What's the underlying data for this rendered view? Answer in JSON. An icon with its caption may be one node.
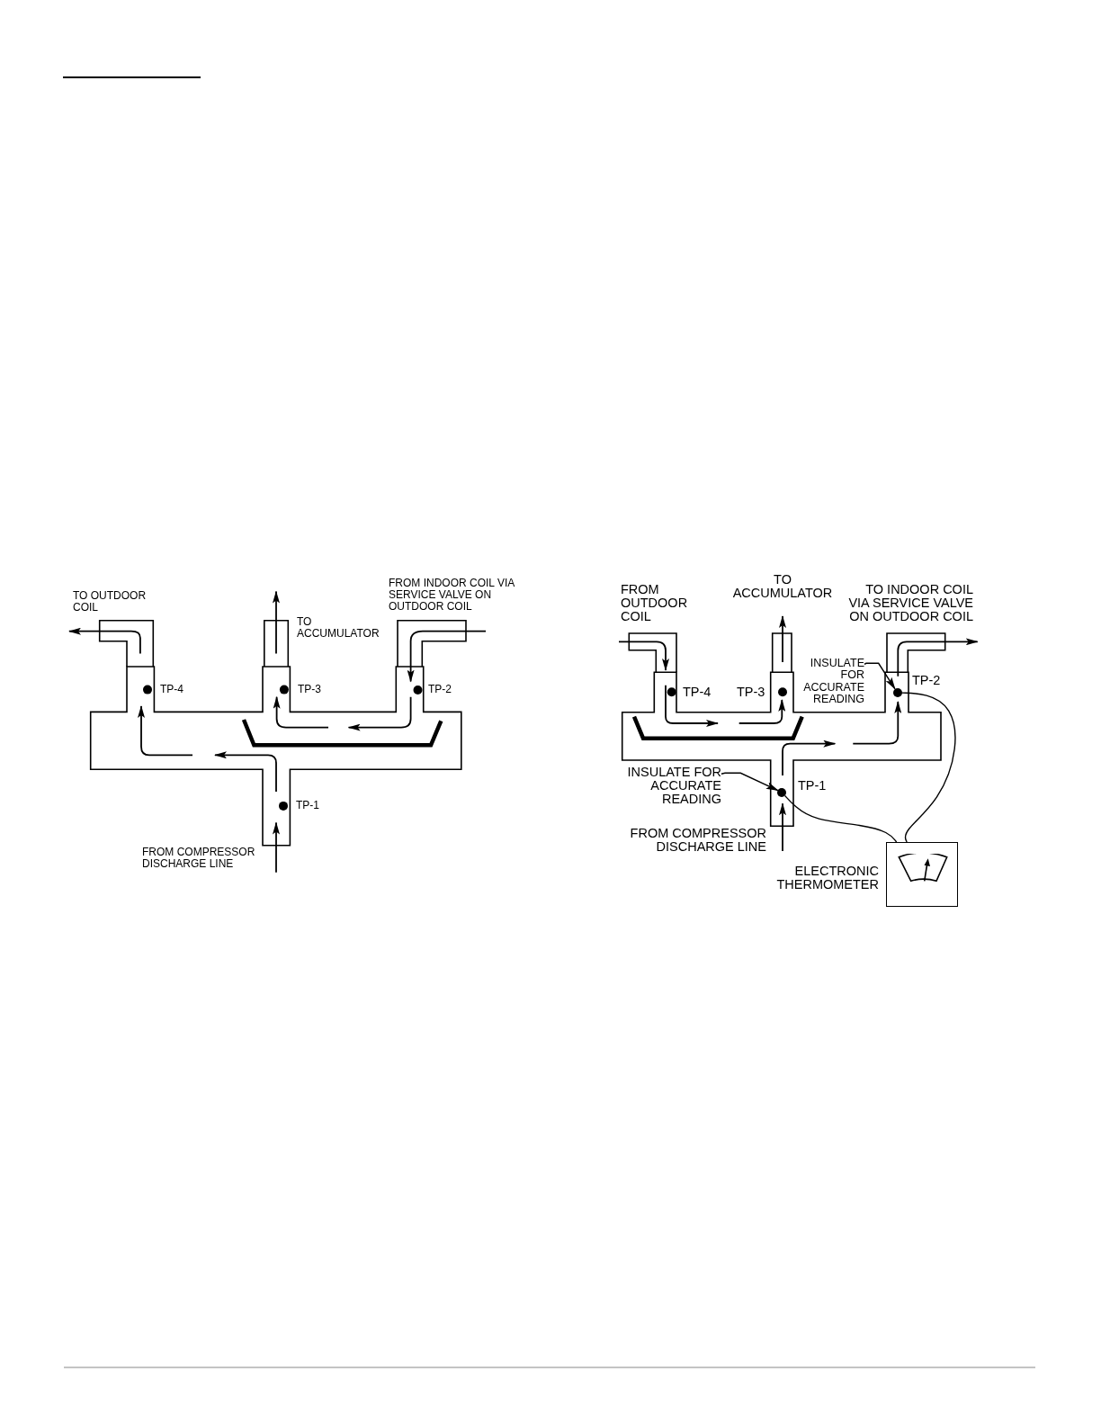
{
  "diagram": {
    "nodes": [
      {
        "text": [
          "INSULATE FOR ACCURATE READING"
        ]
      },
      {
        "text": [],
        "shape": "circle"
      },
      {
        "text": [
          "INSULATE FOR ACCURATE READING"
        ]
      },
      {
        "text": [],
        "shape": "circle"
      },
      {
        "text": [
          "ELECTRONIC THERMOMETER"
        ]
      }
    ],
    "edges": [
      {
        "from": 0,
        "to": 1,
        "arrow": "to"
      },
      {
        "from": 2,
        "to": 3,
        "arrow": "to"
      },
      {
        "from": 4,
        "to": 3,
        "arrow": "none"
      },
      {
        "from": 4,
        "to": 1,
        "arrow": "none"
      }
    ],
    "labels": [
      "TO OUTDOOR COIL",
      "TO ACCUMULATOR",
      "FROM INDOOR COIL VIA SERVICE VALVE ON OUTDOOR COIL",
      "TP-4",
      "TP-3",
      "TP-2",
      "TP-1",
      "FROM COMPRESSOR DISCHARGE LINE",
      "FROM OUTDOOR COIL",
      "TO ACCUMULATOR",
      "TO INDOOR COIL VIA SERVICE VALVE ON OUTDOOR COIL",
      "TP-4",
      "TP-3",
      "TP-2",
      "TP-1",
      "FROM COMPRESSOR DISCHARGE LINE"
    ]
  }
}
